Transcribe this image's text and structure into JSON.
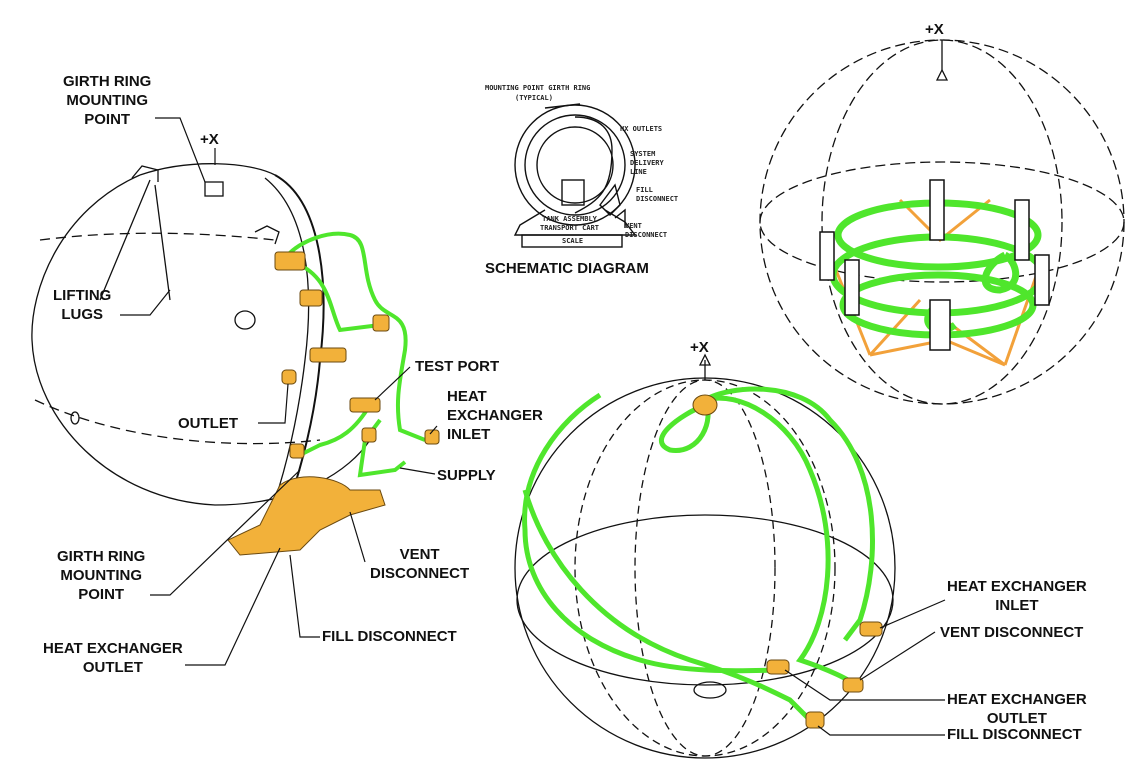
{
  "colors": {
    "tube": "#4fe62c",
    "fitting": "#f2b13a",
    "line": "#111111"
  },
  "left_view": {
    "axis": "+X",
    "labels": {
      "girth_ring_top": [
        "GIRTH RING",
        "MOUNTING",
        "POINT"
      ],
      "lifting_lugs": [
        "LIFTING",
        "LUGS"
      ],
      "outlet": "OUTLET",
      "test_port": "TEST PORT",
      "hx_inlet": [
        "HEAT",
        "EXCHANGER",
        "INLET"
      ],
      "supply": "SUPPLY",
      "girth_ring_bottom": [
        "GIRTH RING",
        "MOUNTING",
        "POINT"
      ],
      "vent_disconnect": [
        "VENT",
        "DISCONNECT"
      ],
      "hx_outlet": [
        "HEAT EXCHANGER",
        "OUTLET"
      ],
      "fill_disconnect": "FILL DISCONNECT"
    }
  },
  "schematic": {
    "title": "SCHEMATIC DIAGRAM",
    "labels": {
      "mounting": "MOUNTING POINT GIRTH RING",
      "typical": "(TYPICAL)",
      "hx_outlets": "HX OUTLETS",
      "delivery": [
        "SYSTEM",
        "DELIVERY",
        "LINE"
      ],
      "fill": [
        "FILL",
        "DISCONNECT"
      ],
      "vent": [
        "VENT",
        "DISCONNECT"
      ],
      "cart": [
        "TANK ASSEMBLY",
        "TRANSPORT CART"
      ],
      "scale": "SCALE"
    }
  },
  "top_right_view": {
    "axis": "+X"
  },
  "bottom_right_view": {
    "axis": "+X",
    "labels": {
      "hx_inlet": [
        "HEAT EXCHANGER",
        "INLET"
      ],
      "vent_disconnect": "VENT DISCONNECT",
      "hx_outlet": [
        "HEAT EXCHANGER",
        "OUTLET"
      ],
      "fill_disconnect": "FILL DISCONNECT"
    }
  }
}
